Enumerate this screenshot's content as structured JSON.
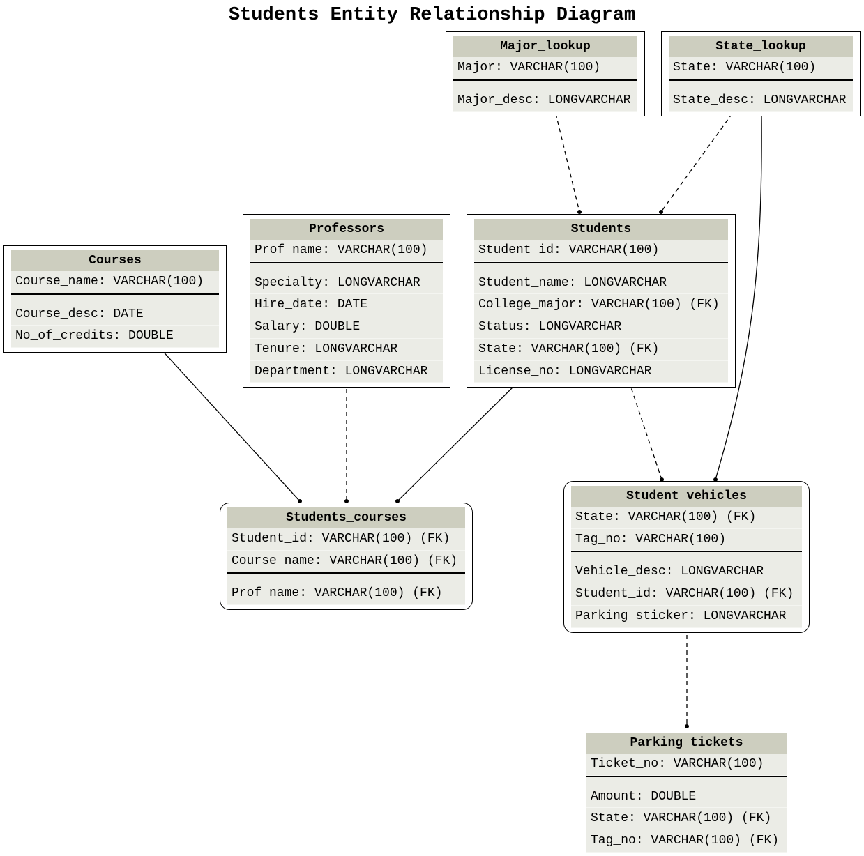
{
  "title": "Students Entity Relationship Diagram",
  "colors": {
    "header": "#cdcebf",
    "body": "#ebece6",
    "line": "#000000"
  },
  "entities": {
    "major_lookup": {
      "name": "Major_lookup",
      "pk": [
        "Major: VARCHAR(100)"
      ],
      "attrs": [
        "Major_desc: LONGVARCHAR"
      ]
    },
    "state_lookup": {
      "name": "State_lookup",
      "pk": [
        "State: VARCHAR(100)"
      ],
      "attrs": [
        "State_desc: LONGVARCHAR"
      ]
    },
    "courses": {
      "name": "Courses",
      "pk": [
        "Course_name: VARCHAR(100)"
      ],
      "attrs": [
        "Course_desc: DATE",
        "No_of_credits: DOUBLE"
      ]
    },
    "professors": {
      "name": "Professors",
      "pk": [
        "Prof_name: VARCHAR(100)"
      ],
      "attrs": [
        "Specialty: LONGVARCHAR",
        "Hire_date: DATE",
        "Salary: DOUBLE",
        "Tenure: LONGVARCHAR",
        "Department: LONGVARCHAR"
      ]
    },
    "students": {
      "name": "Students",
      "pk": [
        "Student_id: VARCHAR(100)"
      ],
      "attrs": [
        "Student_name: LONGVARCHAR",
        "College_major: VARCHAR(100) (FK)",
        "Status: LONGVARCHAR",
        "State: VARCHAR(100) (FK)",
        "License_no: LONGVARCHAR"
      ]
    },
    "students_courses": {
      "name": "Students_courses",
      "pk": [
        "Student_id: VARCHAR(100) (FK)",
        "Course_name: VARCHAR(100) (FK)"
      ],
      "attrs": [
        "Prof_name: VARCHAR(100) (FK)"
      ]
    },
    "student_vehicles": {
      "name": "Student_vehicles",
      "pk": [
        "State: VARCHAR(100) (FK)",
        "Tag_no: VARCHAR(100)"
      ],
      "attrs": [
        "Vehicle_desc: LONGVARCHAR",
        "Student_id: VARCHAR(100) (FK)",
        "Parking_sticker: LONGVARCHAR"
      ]
    },
    "parking_tickets": {
      "name": "Parking_tickets",
      "pk": [
        "Ticket_no: VARCHAR(100)"
      ],
      "attrs": [
        "Amount: DOUBLE",
        "State: VARCHAR(100) (FK)",
        "Tag_no: VARCHAR(100) (FK)"
      ]
    }
  },
  "relationships": [
    {
      "from": "Major_lookup",
      "to": "Students",
      "style": "dashed"
    },
    {
      "from": "State_lookup",
      "to": "Students",
      "style": "dashed"
    },
    {
      "from": "State_lookup",
      "to": "Student_vehicles",
      "style": "solid"
    },
    {
      "from": "Courses",
      "to": "Students_courses",
      "style": "solid"
    },
    {
      "from": "Professors",
      "to": "Students_courses",
      "style": "dashed"
    },
    {
      "from": "Students",
      "to": "Students_courses",
      "style": "solid"
    },
    {
      "from": "Students",
      "to": "Student_vehicles",
      "style": "dashed"
    },
    {
      "from": "Student_vehicles",
      "to": "Parking_tickets",
      "style": "dashed"
    }
  ]
}
